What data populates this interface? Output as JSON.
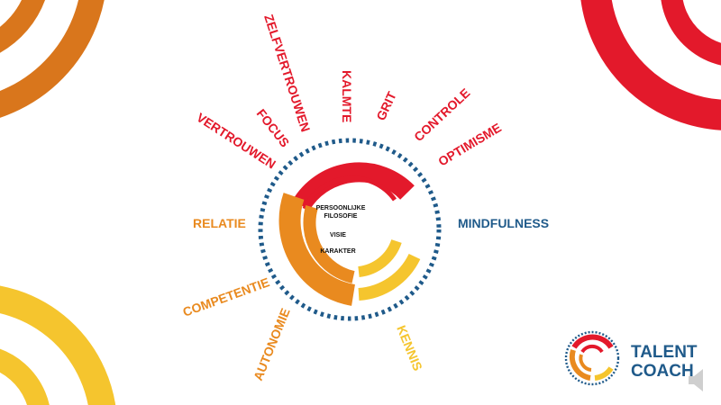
{
  "labels": {
    "red": [
      "ZELFVERTROUWEN",
      "KALMTE",
      "GRIT",
      "CONTROLE",
      "OPTIMISME",
      "FOCUS",
      "VERTROUWEN"
    ],
    "blue": "MINDFULNESS",
    "orange": [
      "RELATIE",
      "COMPETENTIE",
      "AUTONOMIE"
    ],
    "yellow": "KENNIS"
  },
  "center": {
    "line1": "PERSOONLIJKE",
    "line2": "FILOSOFIE",
    "line3": "VISIE",
    "line4": "KARAKTER"
  },
  "logo": {
    "line1": "TALENT",
    "line2": "COACH"
  },
  "icons": [
    "speaker-icon"
  ],
  "colors": {
    "red": "#e3192b",
    "orange": "#e98a1f",
    "yellow": "#f5c52e",
    "blue": "#1f5a8a",
    "dark_orange": "#d9761c"
  }
}
